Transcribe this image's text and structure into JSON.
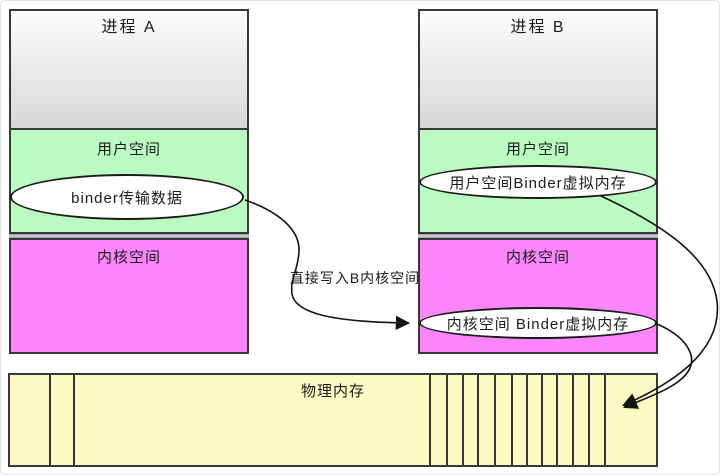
{
  "diagram": {
    "process_a": {
      "title": "进程 A",
      "user_space_label": "用户空间",
      "kernel_space_label": "内核空间",
      "data_ellipse_label": "binder传输数据"
    },
    "process_b": {
      "title": "进程 B",
      "user_space_label": "用户空间",
      "kernel_space_label": "内核空间",
      "user_ellipse_label": "用户空间Binder虚拟内存",
      "kernel_ellipse_label": "内核空间 Binder虚拟内存"
    },
    "arrow_label": "直接写入B内核空间",
    "physical_memory_label": "物理内存",
    "colors": {
      "user_space": "#b9fbc1",
      "kernel_space": "#fb85fb",
      "physical_memory": "#fbfbc3",
      "box_border": "#383838",
      "header_gradient_top": "#fdfdfd",
      "header_gradient_bottom": "#d7d7d7",
      "arrow": "#141414"
    }
  }
}
